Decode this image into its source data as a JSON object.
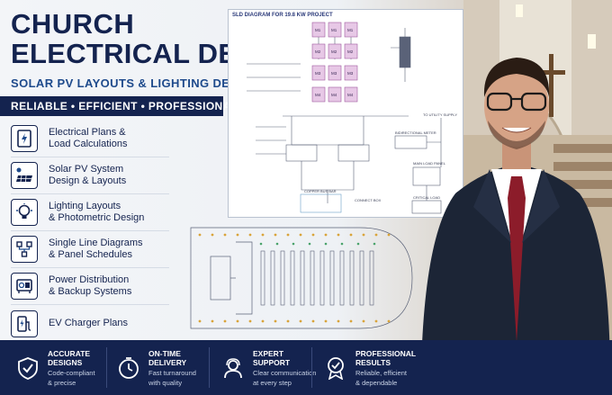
{
  "header": {
    "title_line1": "CHURCH",
    "title_line2": "ELECTRICAL DESIGN",
    "subtitle": "SOLAR PV LAYOUTS & LIGHTING DESIGN",
    "ribbon": "RELIABLE • EFFICIENT • PROFESSIONAL"
  },
  "services": [
    {
      "icon": "electrical-panel-icon",
      "line1": "Electrical Plans &",
      "line2": "Load Calculations"
    },
    {
      "icon": "solar-panel-icon",
      "line1": "Solar PV System",
      "line2": "Design & Layouts"
    },
    {
      "icon": "light-bulb-icon",
      "line1": "Lighting Layouts",
      "line2": "& Photometric Design"
    },
    {
      "icon": "single-line-diagram-icon",
      "line1": "Single Line Diagrams",
      "line2": "& Panel Schedules"
    },
    {
      "icon": "power-distribution-icon",
      "line1": "Power Distribution",
      "line2": "& Backup Systems"
    },
    {
      "icon": "ev-charger-icon",
      "line1": "EV Charger Plans",
      "line2": ""
    }
  ],
  "diagram": {
    "title": "SLD DIAGRAM FOR 19.8 KW PROJECT",
    "modules": [
      "M1",
      "M1",
      "M1",
      "M2",
      "M2",
      "M2",
      "M3",
      "M3",
      "M3",
      "M4",
      "M4",
      "M4"
    ],
    "labels": {
      "utility": "TO UTILITY SUPPLY",
      "meter": "BIDIRECTIONAL METER",
      "main_panel": "MAIN LOAD PANEL",
      "critical_load": "CRITICAL LOAD",
      "copper_bus": "COPPER BUS BAR",
      "combiner": "CONNECT BOX"
    }
  },
  "footer": [
    {
      "icon": "shield-check-icon",
      "title_line1": "ACCURATE",
      "title_line2": "DESIGNS",
      "desc_line1": "Code-compliant",
      "desc_line2": "& precise"
    },
    {
      "icon": "stopwatch-icon",
      "title_line1": "ON-TIME",
      "title_line2": "DELIVERY",
      "desc_line1": "Fast turnaround",
      "desc_line2": "with quality"
    },
    {
      "icon": "support-agent-icon",
      "title_line1": "EXPERT",
      "title_line2": "SUPPORT",
      "desc_line1": "Clear communication",
      "desc_line2": "at every step"
    },
    {
      "icon": "award-badge-icon",
      "title_line1": "PROFESSIONAL",
      "title_line2": "RESULTS",
      "desc_line1": "Reliable, efficient",
      "desc_line2": "& dependable"
    }
  ],
  "colors": {
    "navy": "#14234f",
    "blue": "#1e4a8c",
    "accent_red": "#8c1c2a"
  }
}
